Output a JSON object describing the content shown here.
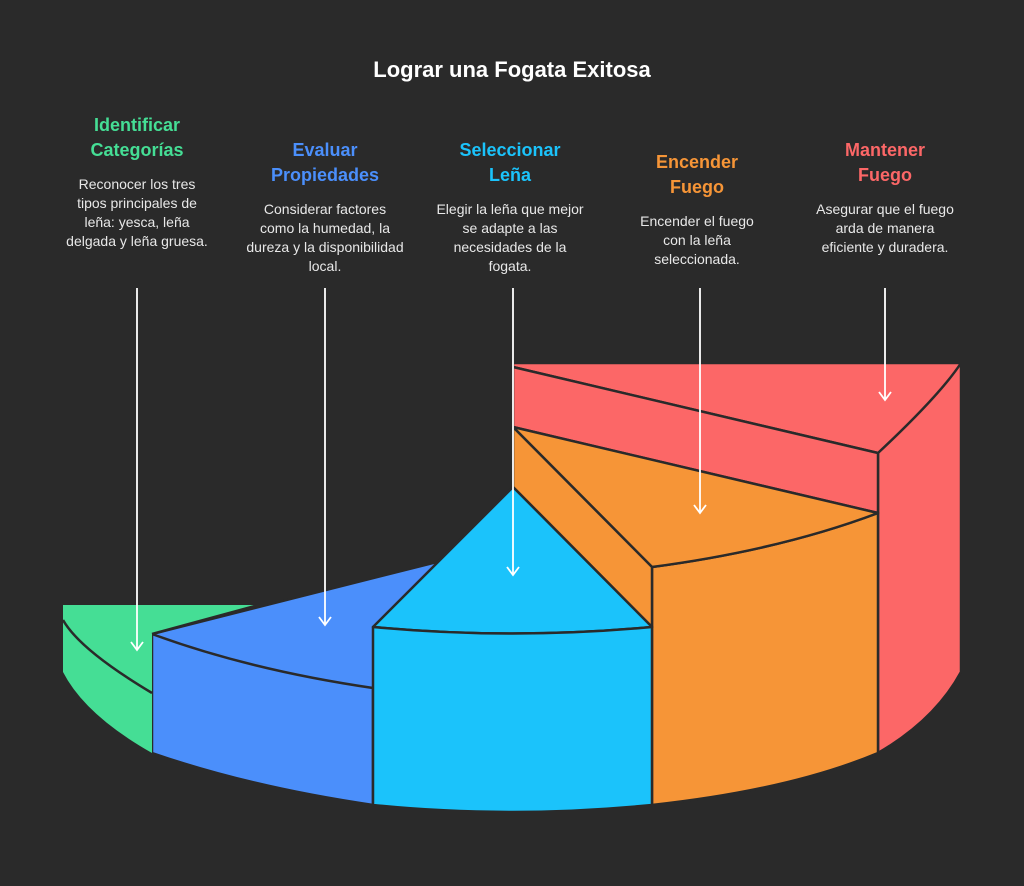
{
  "title": "Lograr una Fogata Exitosa",
  "colors": {
    "background": "#2a2a2a",
    "green": "#45DE95",
    "blue": "#4B8FFB",
    "cyan": "#1BC3FB",
    "orange": "#F69537",
    "red": "#FC6767"
  },
  "steps": [
    {
      "title": "Identificar Categorías",
      "description": "Reconocer los tres tipos principales de leña: yesca, leña delgada y leña gruesa.",
      "color": "#45DE95"
    },
    {
      "title": "Evaluar Propiedades",
      "description": "Considerar factores como la humedad, la dureza y la disponibilidad local.",
      "color": "#4B8FFB"
    },
    {
      "title": "Seleccionar Leña",
      "description": "Elegir la leña que mejor se adapte a las necesidades de la fogata.",
      "color": "#1BC3FB"
    },
    {
      "title": "Encender Fuego",
      "description": "Encender el fuego con la leña seleccionada.",
      "color": "#F69537"
    },
    {
      "title": "Mantener Fuego",
      "description": "Asegurar que el fuego arda de manera eficiente y duradera.",
      "color": "#FC6767"
    }
  ]
}
